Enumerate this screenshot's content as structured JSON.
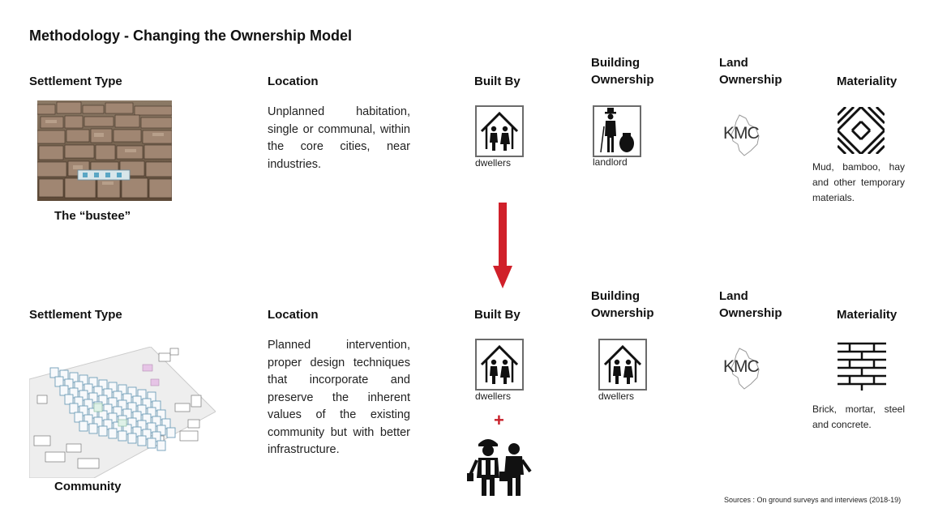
{
  "title": "Methodology - Changing the Ownership Model",
  "headers": {
    "settlement_type": "Settlement Type",
    "location": "Location",
    "built_by": "Built By",
    "building_ownership_1": "Building",
    "building_ownership_2": "Ownership",
    "land_ownership_1": "Land",
    "land_ownership_2": "Ownership",
    "materiality": "Materiality"
  },
  "row1": {
    "caption": "The “bustee”",
    "location_text": "Unplanned habitation, single or communal, within the core cities, near industries.",
    "built_by_label": "dwellers",
    "building_owner_label": "landlord",
    "land_owner_label": "KMC",
    "materiality_text": "Mud, bamboo, hay and other temporary materials."
  },
  "row2": {
    "caption": "Community",
    "location_text": "Planned intervention, proper design techniques that incorporate and preserve the inherent values of the existing community but with better infrastructure.",
    "built_by_label": "dwellers",
    "plus": "+",
    "building_owner_label": "dwellers",
    "land_owner_label": "KMC",
    "materiality_text": "Brick, mortar, steel and concrete."
  },
  "icons": {
    "house_dwellers": "house-with-two-people-icon",
    "landlord": "landlord-figure-icon",
    "kmc": "kmc-map-logo-icon",
    "mud_texture": "woven-texture-icon",
    "brick_texture": "brick-wall-icon",
    "workers": "construction-workers-icon",
    "arrow": "down-arrow-icon"
  },
  "colors": {
    "arrow": "#d0202a",
    "plus": "#c8202a"
  },
  "source": "Sources : On ground surveys and interviews (2018-19)"
}
